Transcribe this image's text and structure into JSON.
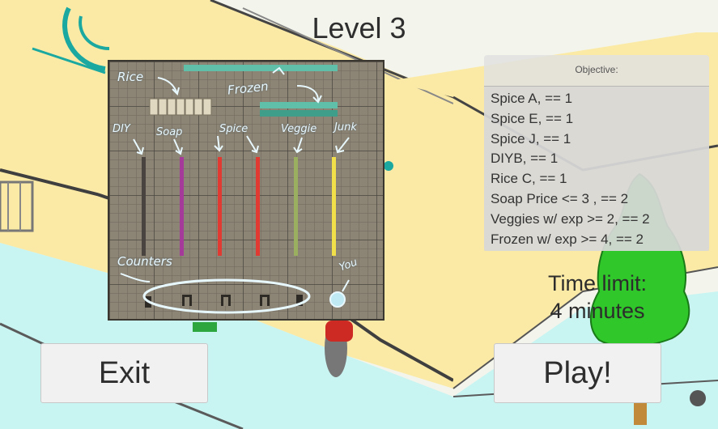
{
  "level": {
    "title": "Level 3"
  },
  "map": {
    "labels": {
      "rice": "Rice",
      "frozen": "Frozen",
      "diy": "DIY",
      "soap": "Soap",
      "spice": "Spice",
      "veggie": "Veggie",
      "junk": "Junk",
      "counters": "Counters",
      "you": "You"
    },
    "aisle_colors": {
      "diy": "#4a4440",
      "soap": "#a53a9a",
      "spice_1": "#e03a32",
      "spice_2": "#e03a32",
      "veggie": "#9ab060",
      "junk": "#f2e04a"
    },
    "frozen_color": "#5fbfa8",
    "annotation_color": "#e8f8ff"
  },
  "objective": {
    "heading": "Objective:",
    "items": [
      "Spice A, == 1",
      "Spice E, == 1",
      "Spice J, == 1",
      "DIYB, == 1",
      "Rice C, == 1",
      "Soap Price <= 3 , == 2",
      "Veggies w/ exp >= 2, == 2",
      "Frozen w/ exp >= 4, == 2"
    ]
  },
  "time_limit": {
    "line1": "Time limit:",
    "line2": "4 minutes"
  },
  "buttons": {
    "exit": "Exit",
    "play": "Play!"
  }
}
